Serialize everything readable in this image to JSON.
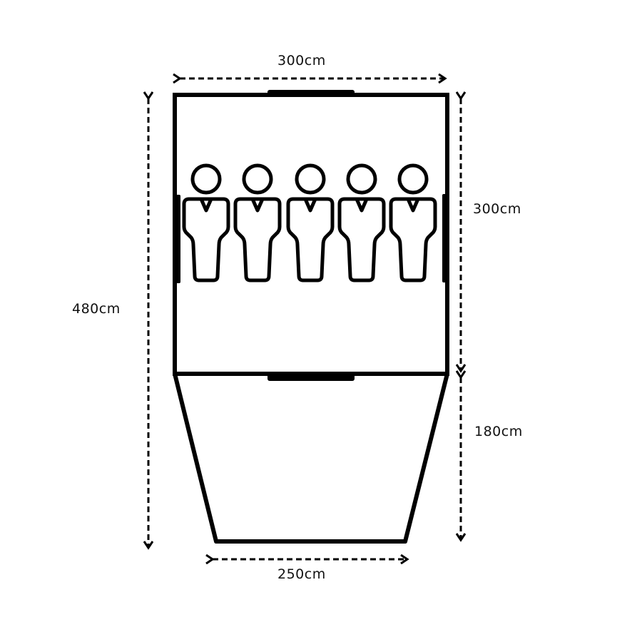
{
  "diagram": {
    "type": "tent-floor-plan",
    "colors": {
      "stroke": "#000000",
      "background": "#ffffff",
      "text": "#111111"
    },
    "dimensions": {
      "top_width": "300cm",
      "bedroom_depth": "300cm",
      "total_length": "480cm",
      "porch_depth": "180cm",
      "porch_front_width": "250cm"
    },
    "occupants": {
      "count": 5,
      "icon": "person-icon"
    },
    "doors": [
      "top-door",
      "left-door",
      "right-door",
      "porch-divider-door"
    ]
  }
}
